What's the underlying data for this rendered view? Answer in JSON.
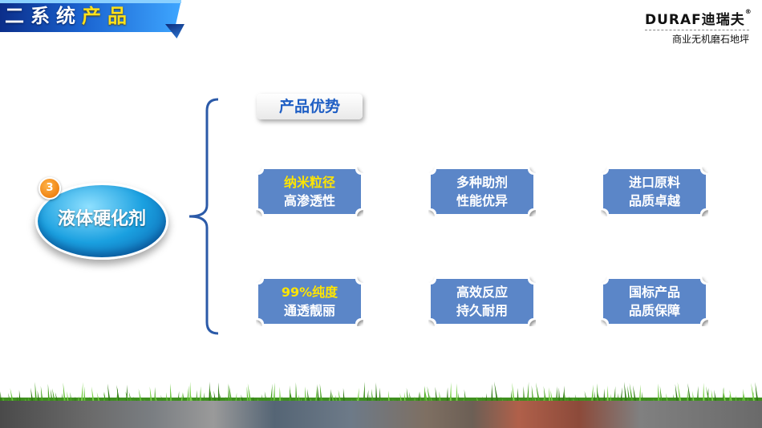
{
  "header": {
    "title_white": "二系统",
    "title_yellow": "产品"
  },
  "logo": {
    "brand": "DURAF",
    "brand_cn": "迪瑞夫",
    "reg": "®",
    "subtitle": "商业无机磨石地坪"
  },
  "product": {
    "index": "3",
    "name": "液体硬化剂"
  },
  "advantages": {
    "label": "产品优势",
    "items": [
      {
        "line1": "纳米粒径",
        "line2": "高渗透性",
        "line1_color": "yellow"
      },
      {
        "line1": "多种助剂",
        "line2": "性能优异",
        "line1_color": "white"
      },
      {
        "line1": "进口原料",
        "line2": "品质卓越",
        "line1_color": "white"
      },
      {
        "line1": "99%纯度",
        "line2": "通透靓丽",
        "line1_color": "yellow"
      },
      {
        "line1": "高效反应",
        "line2": "持久耐用",
        "line1_color": "white"
      },
      {
        "line1": "国标产品",
        "line2": "品质保障",
        "line1_color": "white"
      }
    ]
  },
  "colors": {
    "card_fill": "#5b86c8",
    "brace": "#2b5aa8",
    "accent_yellow": "#ffe500"
  }
}
